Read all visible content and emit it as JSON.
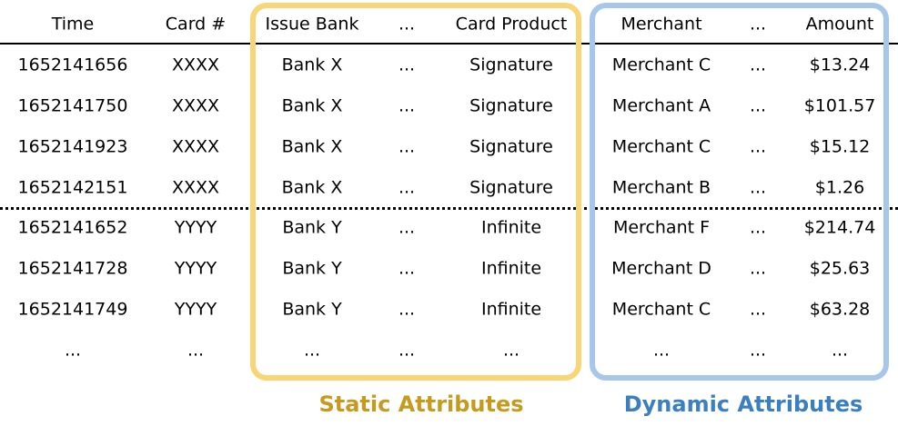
{
  "colors": {
    "static_accent": "#f9d576",
    "static_label": "#c79a1e",
    "dynamic_accent": "#a7c7ea",
    "dynamic_label": "#3a7fc1",
    "text": "#000000"
  },
  "table": {
    "columns": [
      "Time",
      "Card #",
      "Issue Bank",
      "...",
      "Card Product",
      "Merchant",
      "...",
      "Amount"
    ],
    "rows": [
      [
        "1652141656",
        "XXXX",
        "Bank X",
        "...",
        "Signature",
        "Merchant C",
        "...",
        "$13.24"
      ],
      [
        "1652141750",
        "XXXX",
        "Bank X",
        "...",
        "Signature",
        "Merchant A",
        "...",
        "$101.57"
      ],
      [
        "1652141923",
        "XXXX",
        "Bank X",
        "...",
        "Signature",
        "Merchant C",
        "...",
        "$15.12"
      ],
      [
        "1652142151",
        "XXXX",
        "Bank X",
        "...",
        "Signature",
        "Merchant B",
        "...",
        "$1.26"
      ],
      [
        "1652141652",
        "YYYY",
        "Bank Y",
        "...",
        "Infinite",
        "Merchant F",
        "...",
        "$214.74"
      ],
      [
        "1652141728",
        "YYYY",
        "Bank Y",
        "...",
        "Infinite",
        "Merchant D",
        "...",
        "$25.63"
      ],
      [
        "1652141749",
        "YYYY",
        "Bank Y",
        "...",
        "Infinite",
        "Merchant C",
        "...",
        "$63.28"
      ],
      [
        "...",
        "...",
        "...",
        "...",
        "...",
        "...",
        "...",
        "..."
      ]
    ]
  },
  "groups": {
    "static": {
      "label": "Static Attributes"
    },
    "dynamic": {
      "label": "Dynamic Attributes"
    }
  }
}
